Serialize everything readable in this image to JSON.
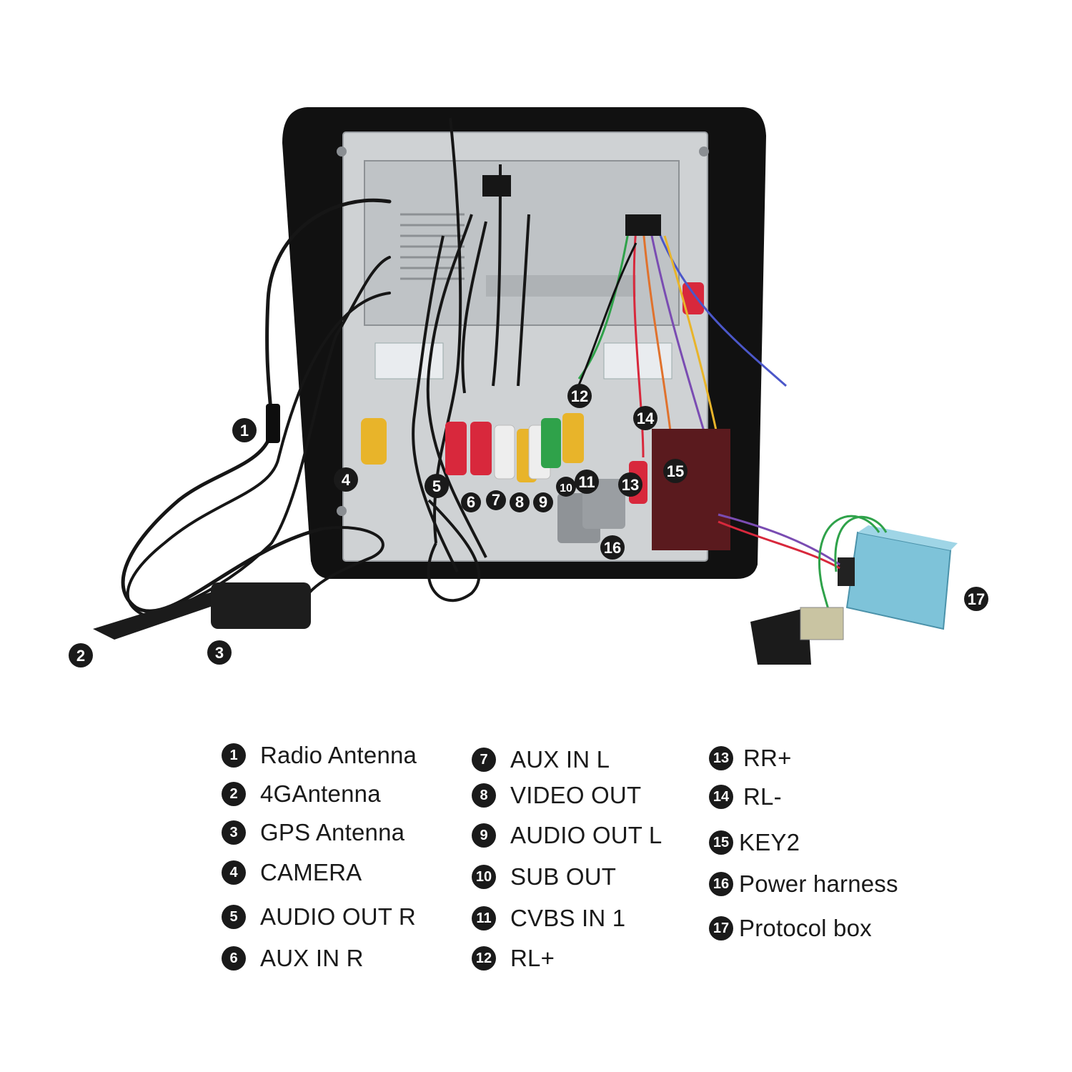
{
  "legend": [
    {
      "num": "1",
      "label": "Radio Antenna"
    },
    {
      "num": "2",
      "label": "4GAntenna"
    },
    {
      "num": "3",
      "label": "GPS Antenna"
    },
    {
      "num": "4",
      "label": "CAMERA"
    },
    {
      "num": "5",
      "label": "AUDIO OUT R"
    },
    {
      "num": "6",
      "label": "AUX IN R"
    },
    {
      "num": "7",
      "label": "AUX IN L"
    },
    {
      "num": "8",
      "label": "VIDEO OUT"
    },
    {
      "num": "9",
      "label": "AUDIO OUT L"
    },
    {
      "num": "10",
      "label": "SUB OUT"
    },
    {
      "num": "11",
      "label": "CVBS IN 1"
    },
    {
      "num": "12",
      "label": "RL+"
    },
    {
      "num": "13",
      "label": "RR+"
    },
    {
      "num": "14",
      "label": "RL-"
    },
    {
      "num": "15",
      "label": "KEY2"
    },
    {
      "num": "16",
      "label": "Power harness"
    },
    {
      "num": "17",
      "label": "Protocol box"
    }
  ],
  "colors": {
    "marker": "#1a1a1a",
    "bezel": "#111111",
    "chassis": "#cfd2d4",
    "protocol_box": "#7ec3d9",
    "rca_red": "#d8283c",
    "rca_white": "#eeeeee",
    "rca_yellow": "#e8b42a",
    "rca_green": "#2fa24a"
  }
}
